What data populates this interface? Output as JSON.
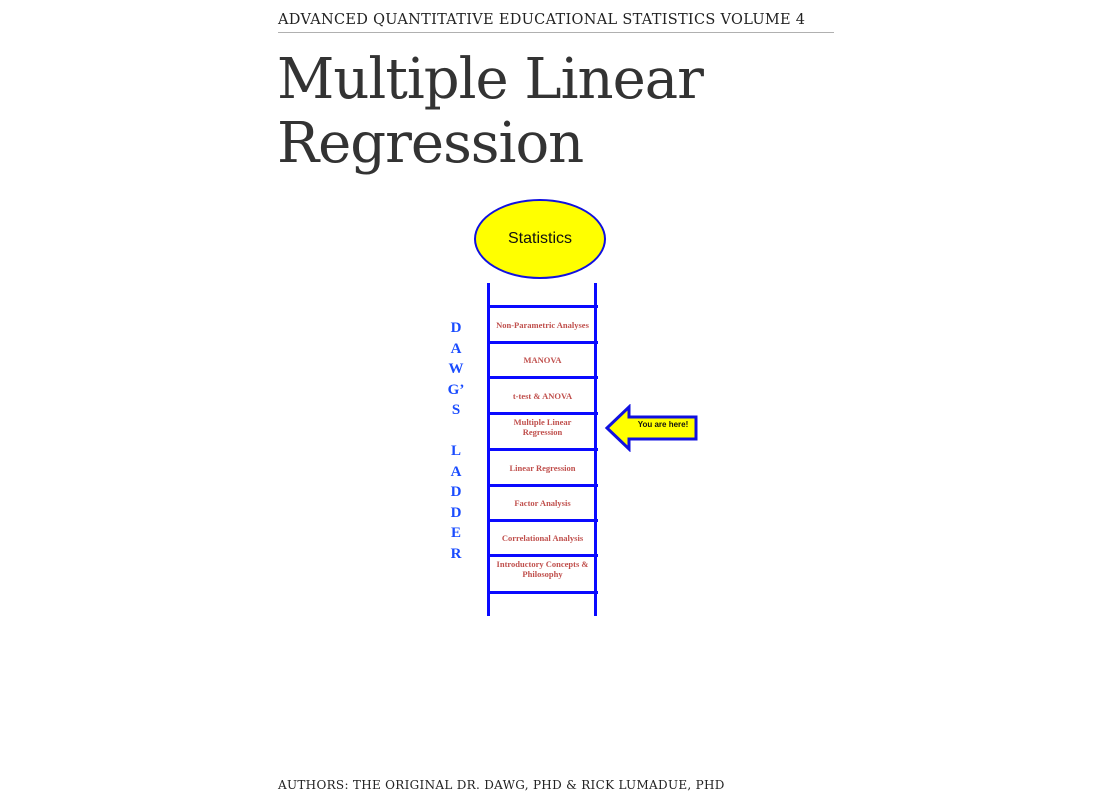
{
  "series_title": "ADVANCED QUANTITATIVE EDUCATIONAL STATISTICS VOLUME 4",
  "title_line1": "Multiple Linear",
  "title_line2": "Regression",
  "diagram": {
    "top_node": "Statistics",
    "side_label_letters": [
      "D",
      "A",
      "W",
      "G’",
      "S",
      "",
      "L",
      "A",
      "D",
      "D",
      "E",
      "R"
    ],
    "rungs": [
      "Non-Parametric Analyses",
      "MANOVA",
      "t-test & ANOVA",
      "Multiple Linear Regression",
      "Linear Regression",
      "Factor Analysis",
      "Correlational Analysis",
      "Introductory Concepts & Philosophy"
    ],
    "pointer_label": "You are here!",
    "colors": {
      "ladder": "#0a0aff",
      "ellipse_fill": "#ffff00",
      "rung_text": "#c0504d",
      "side_text": "#1a4cff",
      "arrow_fill": "#ffff00"
    }
  },
  "authors": "AUTHORS: THE ORIGINAL DR. DAWG, PHD & RICK LUMADUE, PHD"
}
